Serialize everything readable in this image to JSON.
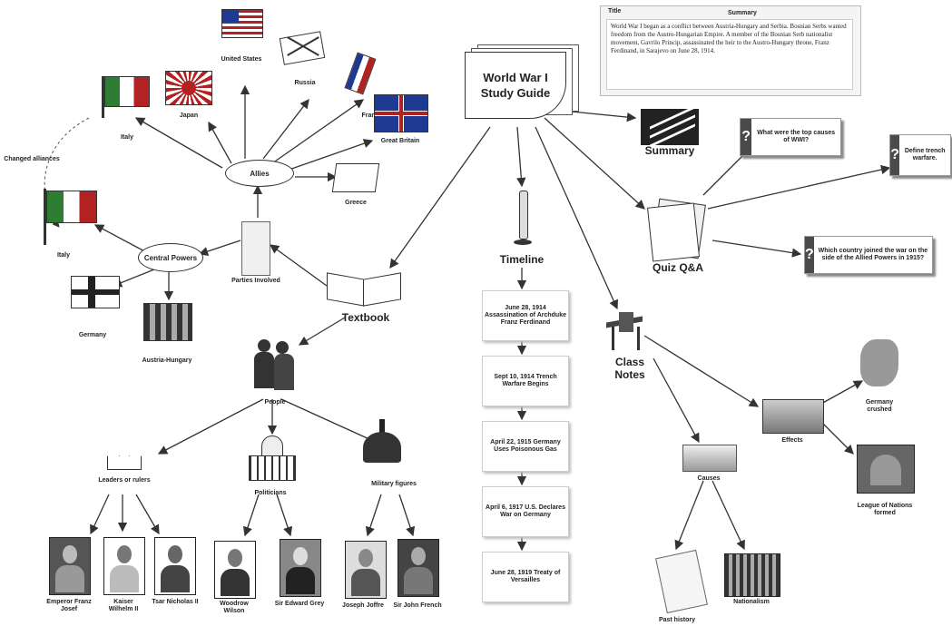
{
  "root": {
    "title_line1": "World War I",
    "title_line2": "Study Guide"
  },
  "summary_panel": {
    "header_left": "Title",
    "header_center": "Summary",
    "text": "World War I began as a conflict between Austria-Hungary and Serbia. Bosnian Serbs wanted freedom from the Austro-Hungarian Empire. A member of the Bosnian Serb nationalist movement, Gavrilo Princip, assassinated the heir to the Austro-Hungary throne, Franz Ferdinand, in Sarajevo on June 28, 1914."
  },
  "nodes": {
    "summary": "Summary",
    "timeline": "Timeline",
    "quiz": "Quiz Q&A",
    "textbook": "Textbook",
    "class_notes_1": "Class",
    "class_notes_2": "Notes",
    "parties": "Parties Involved",
    "allies": "Allies",
    "central_powers": "Central Powers",
    "changed_alliances": "Changed alliances",
    "people": "People",
    "leaders": "Leaders or rulers",
    "politicians": "Politicians",
    "military": "Military figures",
    "effects": "Effects",
    "causes": "Causes",
    "germany_crushed": "Germany crushed",
    "league": "League of Nations formed",
    "past_history": "Past history",
    "nationalism": "Nationalism"
  },
  "allies_countries": {
    "us": "United States",
    "russia": "Russia",
    "france": "France",
    "britain": "Great Britain",
    "japan": "Japan",
    "italy": "Italy",
    "greece": "Greece"
  },
  "central_countries": {
    "italy": "Italy",
    "germany": "Germany",
    "austria": "Austria-Hungary"
  },
  "timeline": [
    "June 28, 1914 Assassination of Archduke Franz Ferdinand",
    "Sept 10, 1914 Trench Warfare Begins",
    "April 22, 1915 Germany Uses Poisonous Gas",
    "April 6, 1917 U.S. Declares War on Germany",
    "June 28, 1919 Treaty of Versailles"
  ],
  "questions": [
    "What were the top causes of WWI?",
    "Define trench warfare.",
    "Which country joined the war on the side of the Allied Powers in 1915?"
  ],
  "people": {
    "franz_josef": "Emperor Franz Josef",
    "kaiser": "Kaiser Wilhelm II",
    "tsar": "Tsar Nicholas II",
    "wilson": "Woodrow Wilson",
    "grey": "Sir Edward Grey",
    "joffre": "Joseph Joffre",
    "french": "Sir John French"
  },
  "colors": {
    "line": "#333333",
    "box_shadow": "#888888",
    "flag_red": "#b22222",
    "flag_blue": "#1f3a93"
  }
}
